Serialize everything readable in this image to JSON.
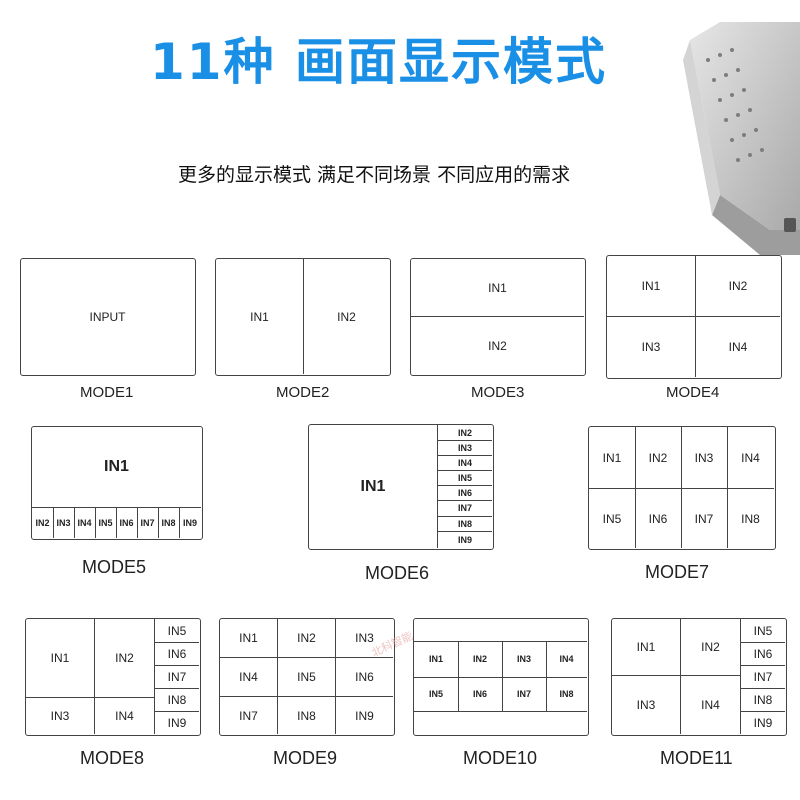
{
  "header": {
    "title": "11种 画面显示模式",
    "subtitle": "更多的显示模式 满足不同场景 不同应用的需求"
  },
  "modes": [
    {
      "caption": "MODE1",
      "cells": [
        "INPUT"
      ]
    },
    {
      "caption": "MODE2",
      "cells": [
        "IN1",
        "IN2"
      ]
    },
    {
      "caption": "MODE3",
      "cells": [
        "IN1",
        "IN2"
      ]
    },
    {
      "caption": "MODE4",
      "cells": [
        "IN1",
        "IN2",
        "IN3",
        "IN4"
      ]
    },
    {
      "caption": "MODE5",
      "cells": [
        "IN1",
        "IN2",
        "IN3",
        "IN4",
        "IN5",
        "IN6",
        "IN7",
        "IN8",
        "IN9"
      ]
    },
    {
      "caption": "MODE6",
      "cells": [
        "IN1",
        "IN2",
        "IN3",
        "IN4",
        "IN5",
        "IN6",
        "IN7",
        "IN8",
        "IN9"
      ]
    },
    {
      "caption": "MODE7",
      "cells": [
        "IN1",
        "IN2",
        "IN3",
        "IN4",
        "IN5",
        "IN6",
        "IN7",
        "IN8"
      ]
    },
    {
      "caption": "MODE8",
      "cells": [
        "IN1",
        "IN2",
        "IN3",
        "IN4",
        "IN5",
        "IN6",
        "IN7",
        "IN8",
        "IN9"
      ]
    },
    {
      "caption": "MODE9",
      "cells": [
        "IN1",
        "IN2",
        "IN3",
        "IN4",
        "IN5",
        "IN6",
        "IN7",
        "IN8",
        "IN9"
      ]
    },
    {
      "caption": "MODE10",
      "cells": [
        "IN1",
        "IN2",
        "IN3",
        "IN4",
        "IN5",
        "IN6",
        "IN7",
        "IN8"
      ]
    },
    {
      "caption": "MODE11",
      "cells": [
        "IN1",
        "IN2",
        "IN3",
        "IN4",
        "IN5",
        "IN6",
        "IN7",
        "IN8",
        "IN9"
      ]
    }
  ],
  "watermark": "北科智能",
  "colors": {
    "title": "#1a8fe6",
    "frame": "#444444",
    "device": "#c9c9c9"
  }
}
